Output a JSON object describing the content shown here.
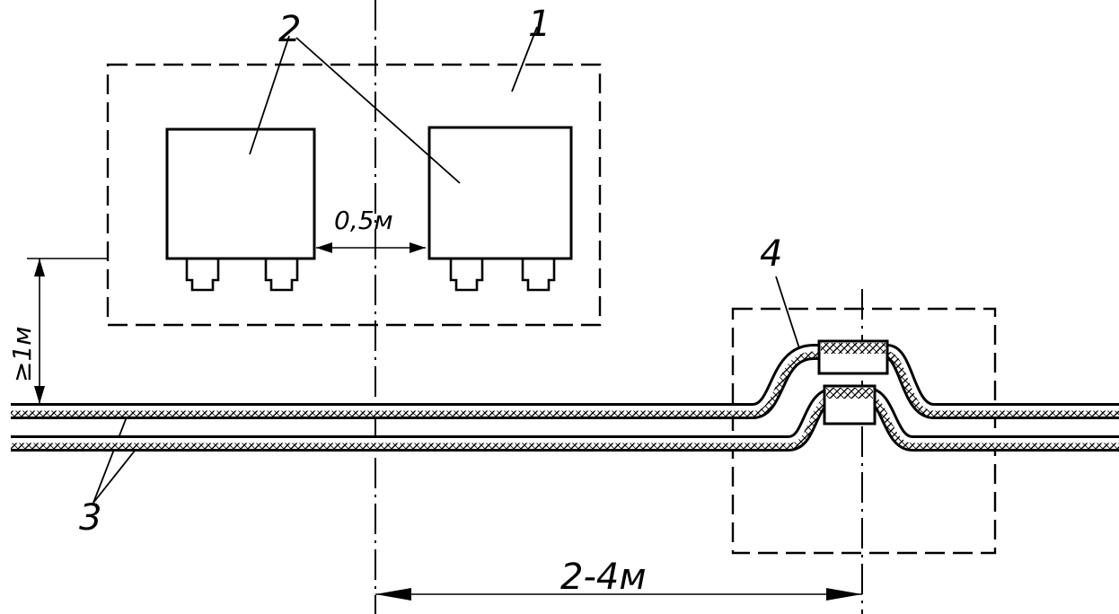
{
  "labels": {
    "enclosure": "1",
    "units": "2",
    "cables": "3",
    "coupling": "4",
    "gap": "0,5м",
    "distance_min": "≥1м",
    "distance_range": "2-4м"
  },
  "colors": {
    "ink": "#000000",
    "background": "#ffffff"
  }
}
